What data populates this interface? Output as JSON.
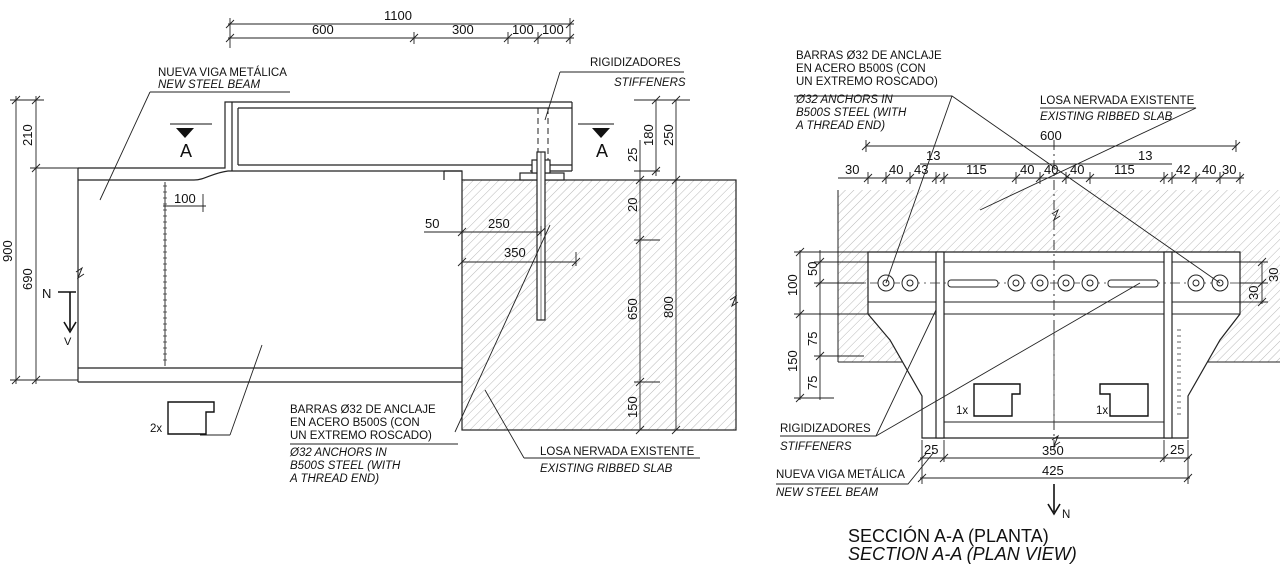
{
  "left": {
    "dims": {
      "top_total": "1100",
      "top_600": "600",
      "top_300": "300",
      "top_100a": "100",
      "top_100b": "100",
      "v_210": "210",
      "v_690": "690",
      "v_900": "900",
      "v_25": "25",
      "v_180": "180",
      "v_250": "250",
      "v_20": "20",
      "v_650": "650",
      "v_150": "150",
      "v_800": "800",
      "h_100": "100",
      "h_50": "50",
      "h_250": "250",
      "h_350": "350"
    },
    "labels": {
      "new_beam_es": "NUEVA VIGA METÁLICA",
      "new_beam_en": "NEW STEEL BEAM",
      "stiffeners_es": "RIGIDIZADORES",
      "stiffeners_en": "STIFFENERS",
      "section_mark_a": "A",
      "north": "N",
      "count_2x": "2x",
      "anchors_es_1": "BARRAS Ø32 DE ANCLAJE",
      "anchors_es_2": "EN ACERO B500S (CON",
      "anchors_es_3": "UN EXTREMO ROSCADO)",
      "anchors_en_1": "Ø32 ANCHORS IN",
      "anchors_en_2": "B500S STEEL (WITH",
      "anchors_en_3": "A THREAD END)",
      "slab_es": "LOSA NERVADA EXISTENTE",
      "slab_en": "EXISTING RIBBED SLAB"
    }
  },
  "right": {
    "dims": {
      "top_600": "600",
      "d30": "30",
      "d40a": "40",
      "d43": "43",
      "d13a": "13",
      "d115a": "115",
      "d40b": "40",
      "d40c": "40",
      "d40d": "40",
      "d115b": "115",
      "d13b": "13",
      "d42": "42",
      "d40e": "40",
      "d30b": "30",
      "v_100": "100",
      "v_50": "50",
      "v_150": "150",
      "v_75a": "75",
      "v_75b": "75",
      "v_30a": "30",
      "v_30b": "30",
      "b_25a": "25",
      "b_350": "350",
      "b_25b": "25",
      "b_425": "425"
    },
    "labels": {
      "anchors_es_1": "BARRAS Ø32 DE ANCLAJE",
      "anchors_es_2": "EN ACERO B500S (CON",
      "anchors_es_3": "UN EXTREMO ROSCADO)",
      "anchors_en_1": "Ø32 ANCHORS IN",
      "anchors_en_2": "B500S STEEL (WITH",
      "anchors_en_3": "A THREAD END)",
      "slab_es": "LOSA NERVADA EXISTENTE",
      "slab_en": "EXISTING RIBBED SLAB",
      "stiffeners_es": "RIGIDIZADORES",
      "stiffeners_en": "STIFFENERS",
      "new_beam_es": "NUEVA VIGA METÁLICA",
      "new_beam_en": "NEW STEEL BEAM",
      "count_1x_a": "1x",
      "count_1x_b": "1x",
      "north": "N",
      "title_es": "SECCIÓN A-A (PLANTA)",
      "title_en": "SECTION A-A (PLAN VIEW)"
    }
  }
}
